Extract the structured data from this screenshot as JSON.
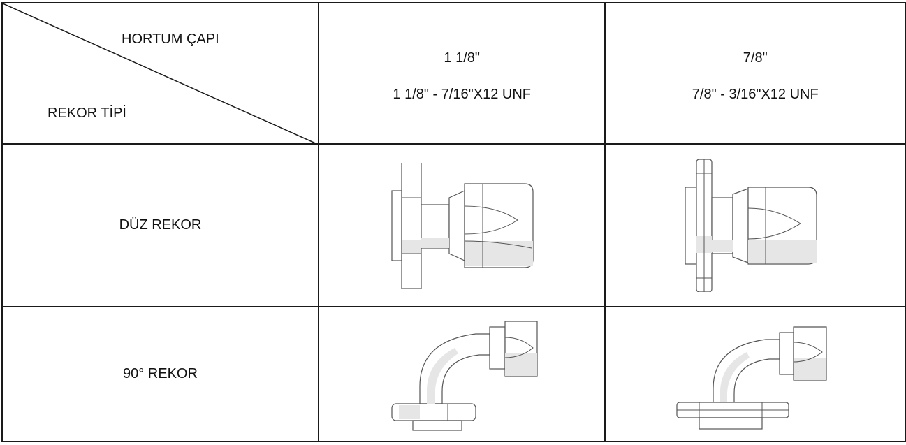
{
  "header": {
    "corner_top_label": "HORTUM ÇAPI",
    "corner_bottom_label": "REKOR TİPİ",
    "columns": [
      {
        "size": "1 1/8\"",
        "thread": "1 1/8\" -  7/16\"X12 UNF"
      },
      {
        "size": "7/8\"",
        "thread": "7/8\" -  3/16\"X12 UNF"
      }
    ]
  },
  "rows": [
    {
      "label": "DÜZ REKOR",
      "image_icons": [
        "straight-fitting-1-1-8-icon",
        "straight-fitting-7-8-icon"
      ]
    },
    {
      "label": "90° REKOR",
      "image_icons": [
        "elbow-fitting-1-1-8-icon",
        "elbow-fitting-7-8-icon"
      ]
    }
  ],
  "colors": {
    "border": "#1a1a1a",
    "metal_line": "#555555",
    "metal_shade": "#e6e6e6"
  }
}
